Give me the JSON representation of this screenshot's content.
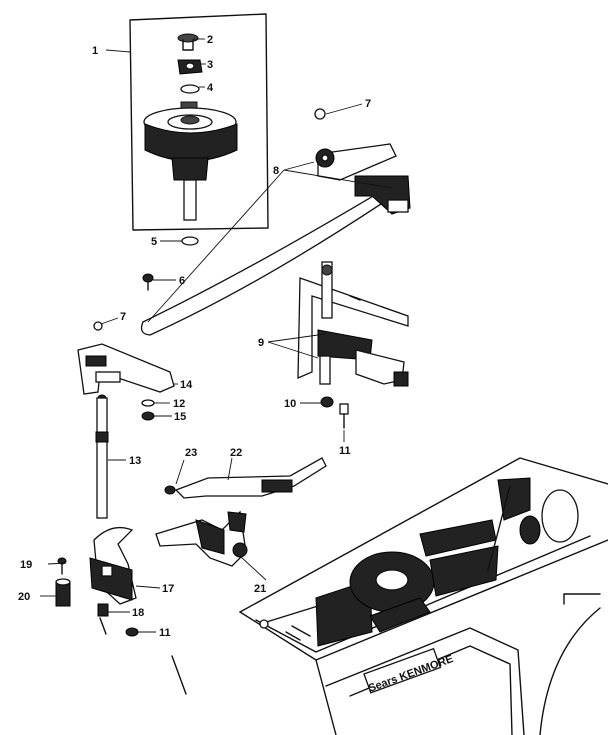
{
  "diagram": {
    "callouts": [
      {
        "id": "c1",
        "text": "1"
      },
      {
        "id": "c2",
        "text": "2"
      },
      {
        "id": "c3",
        "text": "3"
      },
      {
        "id": "c4",
        "text": "4"
      },
      {
        "id": "c5",
        "text": "5"
      },
      {
        "id": "c6",
        "text": "6"
      },
      {
        "id": "c7a",
        "text": "7"
      },
      {
        "id": "c7b",
        "text": "7"
      },
      {
        "id": "c8",
        "text": "8"
      },
      {
        "id": "c9",
        "text": "9"
      },
      {
        "id": "c10",
        "text": "10"
      },
      {
        "id": "c11a",
        "text": "11"
      },
      {
        "id": "c11b",
        "text": "11"
      },
      {
        "id": "c12",
        "text": "12"
      },
      {
        "id": "c13",
        "text": "13"
      },
      {
        "id": "c14",
        "text": "14"
      },
      {
        "id": "c15",
        "text": "15"
      },
      {
        "id": "c17",
        "text": "17"
      },
      {
        "id": "c18",
        "text": "18"
      },
      {
        "id": "c19",
        "text": "19"
      },
      {
        "id": "c20",
        "text": "20"
      },
      {
        "id": "c21",
        "text": "21"
      },
      {
        "id": "c22",
        "text": "22"
      },
      {
        "id": "c23",
        "text": "23"
      }
    ],
    "machine_plate_text": "Sears KENMORE"
  }
}
